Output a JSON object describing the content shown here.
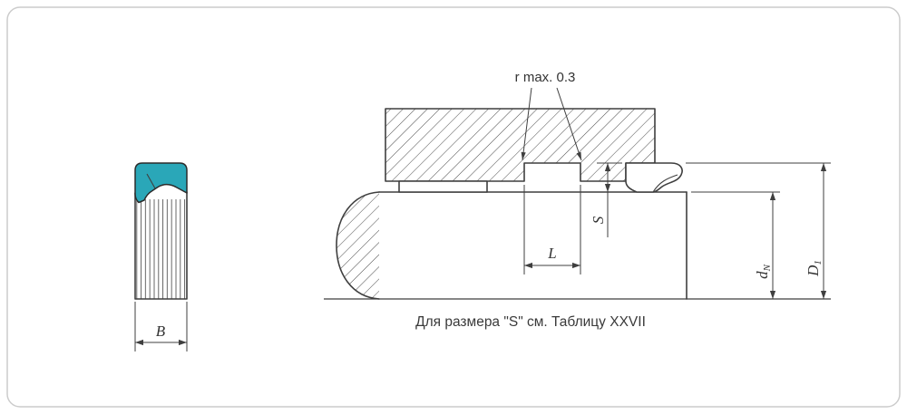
{
  "figure": {
    "radius_note": "r max. 0.3",
    "caption": "Для размера \"S\" см. Таблицу XXVII",
    "dims": {
      "seal_width": "B",
      "groove_width": "L",
      "seal_height": "S",
      "shaft_dia_main": "d",
      "shaft_dia_sub": "N",
      "bore_dia_main": "D",
      "bore_dia_sub": "1"
    },
    "colors": {
      "seal_accent": "#2AA7B8"
    }
  }
}
